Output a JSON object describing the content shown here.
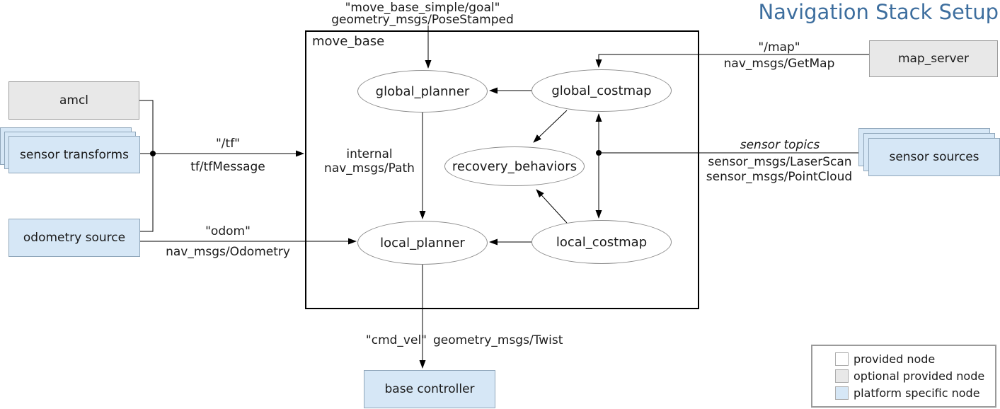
{
  "title": "Navigation Stack Setup",
  "colors": {
    "title_accent": "#3d6e9e",
    "platform_fill": "#d6e7f6",
    "optional_fill": "#e8e8e8",
    "provided_fill": "#ffffff"
  },
  "container": {
    "label": "move_base"
  },
  "nodes": {
    "amcl": {
      "label": "amcl"
    },
    "sensor_transforms": {
      "label": "sensor transforms"
    },
    "odometry_source": {
      "label": "odometry source"
    },
    "map_server": {
      "label": "map_server"
    },
    "sensor_sources": {
      "label": "sensor sources"
    },
    "base_controller": {
      "label": "base controller"
    },
    "global_planner": {
      "label": "global_planner"
    },
    "global_costmap": {
      "label": "global_costmap"
    },
    "recovery_behaviors": {
      "label": "recovery_behaviors"
    },
    "local_planner": {
      "label": "local_planner"
    },
    "local_costmap": {
      "label": "local_costmap"
    }
  },
  "edges": {
    "goal": {
      "topic": "\"move_base_simple/goal\"",
      "type": "geometry_msgs/PoseStamped"
    },
    "tf": {
      "topic": "\"/tf\"",
      "type": "tf/tfMessage"
    },
    "odom": {
      "topic": "\"odom\"",
      "type": "nav_msgs/Odometry"
    },
    "map": {
      "topic": "\"/map\"",
      "type": "nav_msgs/GetMap"
    },
    "sensor": {
      "topic": "sensor topics",
      "type1": "sensor_msgs/LaserScan",
      "type2": "sensor_msgs/PointCloud"
    },
    "internal": {
      "line1": "internal",
      "line2": "nav_msgs/Path"
    },
    "cmd_vel": {
      "topic": "\"cmd_vel\"",
      "type": "geometry_msgs/Twist"
    }
  },
  "legend": {
    "items": [
      {
        "label": "provided node",
        "swatch": "#ffffff"
      },
      {
        "label": "optional provided node",
        "swatch": "#e8e8e8"
      },
      {
        "label": "platform specific node",
        "swatch": "#d6e7f6"
      }
    ]
  }
}
